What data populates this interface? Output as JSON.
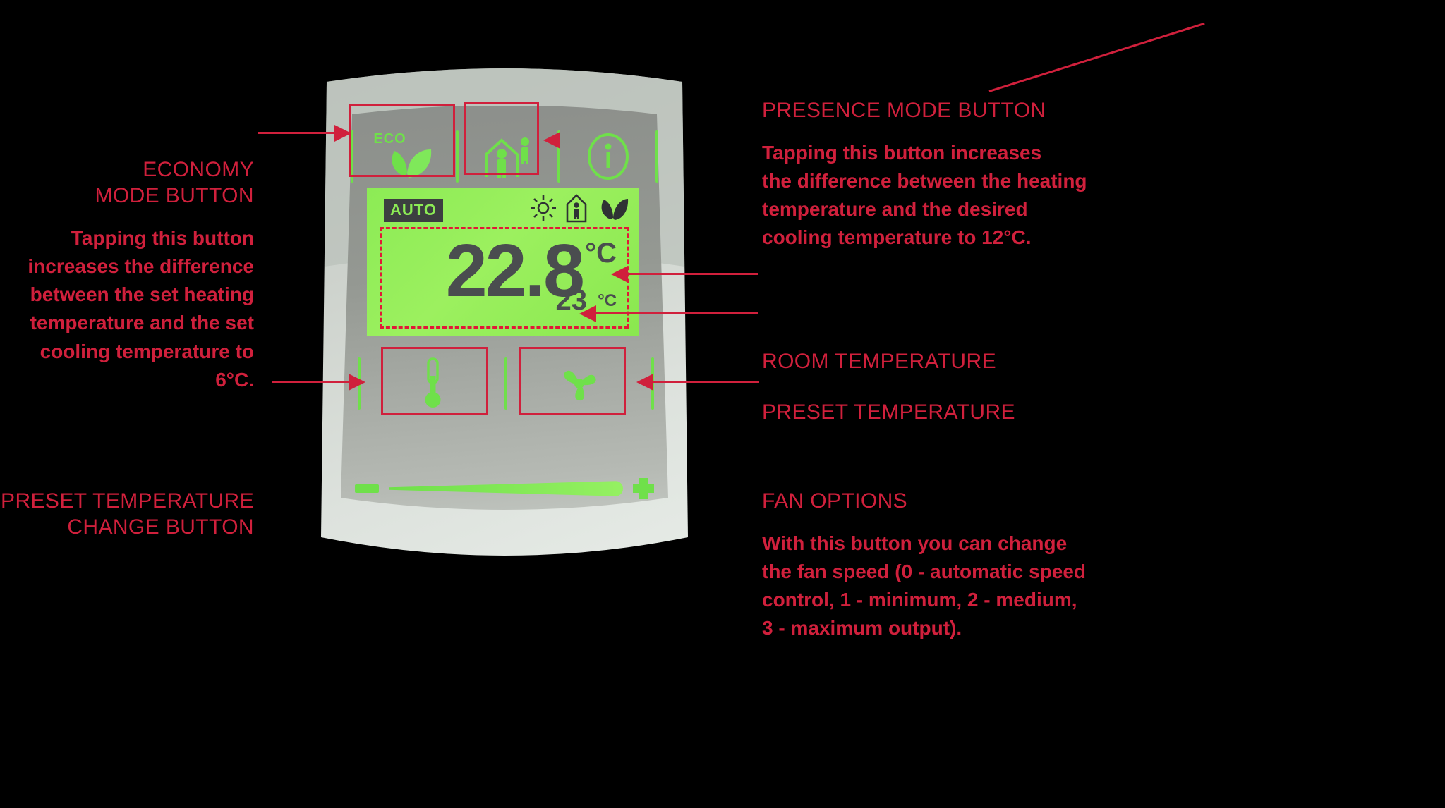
{
  "device": {
    "name": "room-thermostat",
    "lcd": {
      "mode_badge": "AUTO",
      "room_temperature": "22.8",
      "room_unit": "°C",
      "preset_temperature": "23",
      "preset_unit": "°C",
      "status_icons": [
        "sun-icon",
        "presence-house-icon",
        "eco-leaf-icon"
      ]
    },
    "buttons": {
      "eco_label": "ECO",
      "eco_icon": "eco-leaf-icon",
      "presence_icon": "presence-house-icon",
      "info_icon": "info-circle-icon",
      "preset_icon": "thermometer-icon",
      "fan_icon": "fan-blade-icon"
    },
    "slider": {
      "minus_icon": "minus-icon",
      "plus_icon": "plus-icon"
    }
  },
  "annotations": {
    "economy": {
      "title_line1": "ECONOMY",
      "title_line2": "MODE BUTTON",
      "body_line1": "Tapping this button",
      "body_line2": "increases the difference",
      "body_line3": "between the set heating",
      "body_line4": "temperature and the set",
      "body_line5": "cooling temperature to 6°C."
    },
    "presence": {
      "title": "PRESENCE MODE BUTTON",
      "body_line1": "Tapping this button increases",
      "body_line2": "the difference between the heating",
      "body_line3": "temperature and the desired",
      "body_line4": "cooling temperature to 12°C."
    },
    "room_temperature": {
      "title": "ROOM TEMPERATURE"
    },
    "preset_temperature": {
      "title": "PRESET TEMPERATURE"
    },
    "preset_change": {
      "title_line1": "PRESET TEMPERATURE",
      "title_line2": "CHANGE BUTTON"
    },
    "fan": {
      "title": "FAN OPTIONS",
      "body_line1": "With this button you can change",
      "body_line2": "the fan speed (0 - automatic speed",
      "body_line3": "control, 1 - minimum, 2 - medium,",
      "body_line4": "3 - maximum output)."
    }
  },
  "colors": {
    "annotation_red": "#d0203c",
    "lcd_green": "#8ceb55",
    "ui_green": "#6fe04a",
    "lcd_text": "#4a4d4f"
  }
}
